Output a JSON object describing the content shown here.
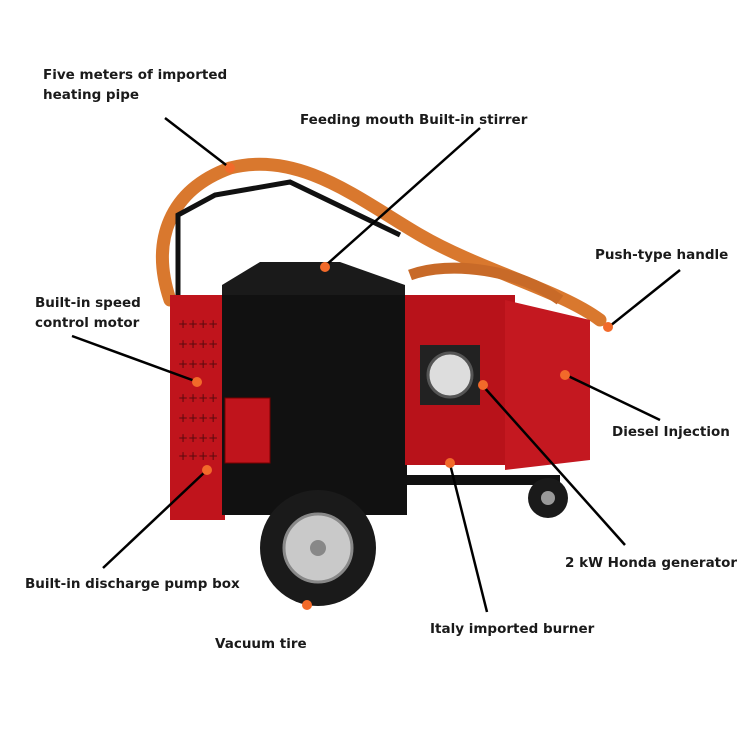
{
  "labels": {
    "heating_pipe": [
      "Five meters of imported",
      "heating pipe"
    ],
    "feeding_mouth": "Feeding mouth Built-in stirrer",
    "push_handle": "Push-type handle",
    "speed_motor": [
      "Built-in speed",
      "control motor"
    ],
    "diesel_injection": "Diesel Injection",
    "generator": "2 kW Honda generator",
    "burner": "Italy imported burner",
    "pump_box": "Built-in discharge pump box",
    "tire": "Vacuum tire"
  },
  "colors": {
    "machine_red": "#c0141c",
    "tank_black": "#111111",
    "hose_orange": "#d9782e",
    "marker_dot": "#f26a2a",
    "leader_line": "#000000"
  }
}
